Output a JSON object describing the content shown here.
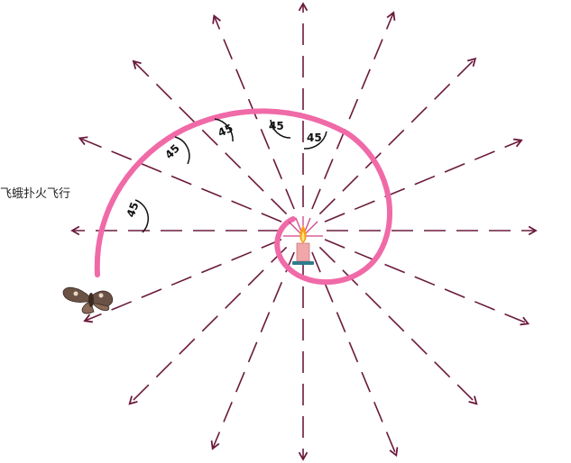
{
  "caption": "飞蛾扑火飞行",
  "angle_labels": [
    "45",
    "45",
    "45",
    "45",
    "45"
  ],
  "icons": {
    "moth": "moth-icon",
    "candle": "candle-icon"
  },
  "colors": {
    "rays": "#6b1a3c",
    "spiral": "#f06aa8",
    "flame": "#f7a21b",
    "candle_body": "#f1a7a9",
    "candle_base": "#2f7b8c"
  }
}
